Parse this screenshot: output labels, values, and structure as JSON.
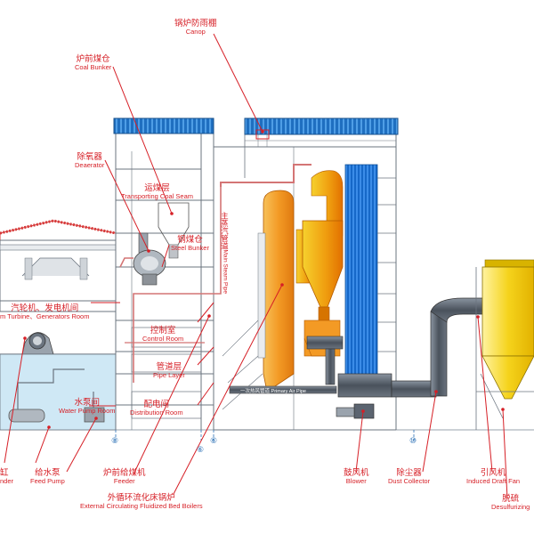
{
  "labels": {
    "canopy": {
      "zh": "锅炉防雨棚",
      "en": "Canop"
    },
    "coal_bunker": {
      "zh": "炉前煤仓",
      "en": "Coal Bunker"
    },
    "deaerator": {
      "zh": "除氧器",
      "en": "Deaerator"
    },
    "transporting_coal_seam": {
      "zh": "运煤层",
      "en": "Transporting Coal Seam"
    },
    "steel_bunker": {
      "zh": "钢煤仓",
      "en": "Steel Bunker"
    },
    "turbine_room": {
      "zh": "汽轮机、发电机间",
      "en": "m Turbine、Generators Room"
    },
    "control_room": {
      "zh": "控制室",
      "en": "Control Room"
    },
    "pipe_layer": {
      "zh": "管道层",
      "en": "Pipe Layer"
    },
    "water_pump_room": {
      "zh": "水泵间",
      "en": "Water Pump Room"
    },
    "distribution_room": {
      "zh": "配电间",
      "en": "Distribution Room"
    },
    "cylinder": {
      "zh": "缸",
      "en": "nder"
    },
    "feed_pump": {
      "zh": "给水泵",
      "en": "Feed Pump"
    },
    "feeder": {
      "zh": "炉前给煤机",
      "en": "Feeder"
    },
    "cfb_boiler": {
      "zh": "外循环流化床锅炉",
      "en": "External Circulating Fluidized Bed Boilers"
    },
    "blower": {
      "zh": "鼓风机",
      "en": "Blower"
    },
    "dust_collector": {
      "zh": "除尘器",
      "en": "Dust Collector"
    },
    "induced_draft_fan": {
      "zh": "引风机",
      "en": "Induced Draft Fan"
    },
    "desulfurizing": {
      "zh": "脱硫",
      "en": "Desulfurizing"
    },
    "main_steam_pipe": {
      "zh": "主蒸汽管道",
      "en": "Main Steam Pipe"
    },
    "primary_air_pipe": {
      "zh": "一次热风管道",
      "en": "Primary Air Pipe"
    }
  },
  "axis_markers": [
    "⑧",
    "⑥",
    "⑥",
    "⑩"
  ],
  "colors": {
    "label_red": "#d61f26",
    "canopy_blue": "#1f6fc0",
    "boiler_orange": "#f39a25",
    "cyclone_yellow": "#f6b800",
    "dust_yellow": "#f5d31c",
    "duct_gray": "#5b6470",
    "water_blue": "#cfe8f5",
    "roof_red": "#d63a3a"
  }
}
